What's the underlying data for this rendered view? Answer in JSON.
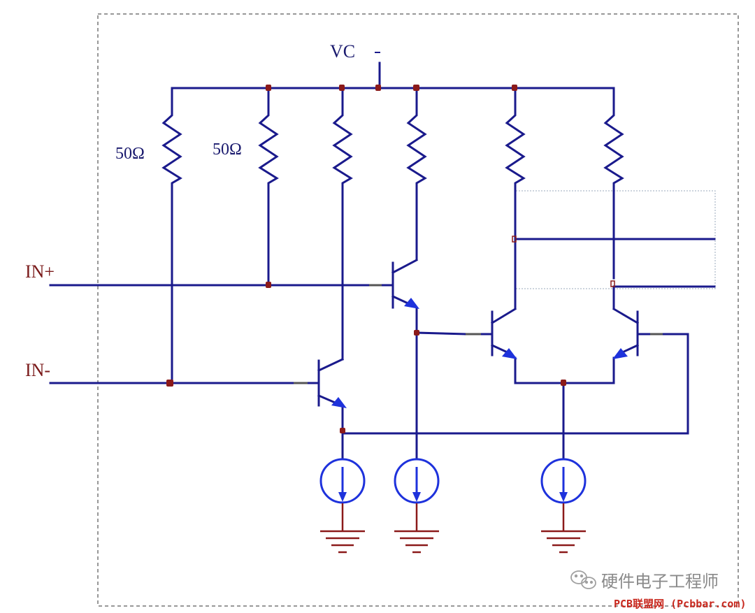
{
  "labels": {
    "vc": "VC",
    "in_plus": "IN+",
    "in_minus": "IN-",
    "r1_value": "50Ω",
    "r2_value": "50Ω"
  },
  "watermark": {
    "channel_text": "硬件电子工程师",
    "site_text": "PCB联盟网 (Pcbbar.com)"
  },
  "colors": {
    "wire": "#1a1a8c",
    "node": "#8b1a1a",
    "ground": "#8b1a1a",
    "label_red": "#7a1a1a",
    "label_blue": "#1a1a6e",
    "arrow": "#1e32dc",
    "site_text": "#c8281e"
  },
  "icons": {
    "watermark_logo": "wechat-logo-icon"
  }
}
